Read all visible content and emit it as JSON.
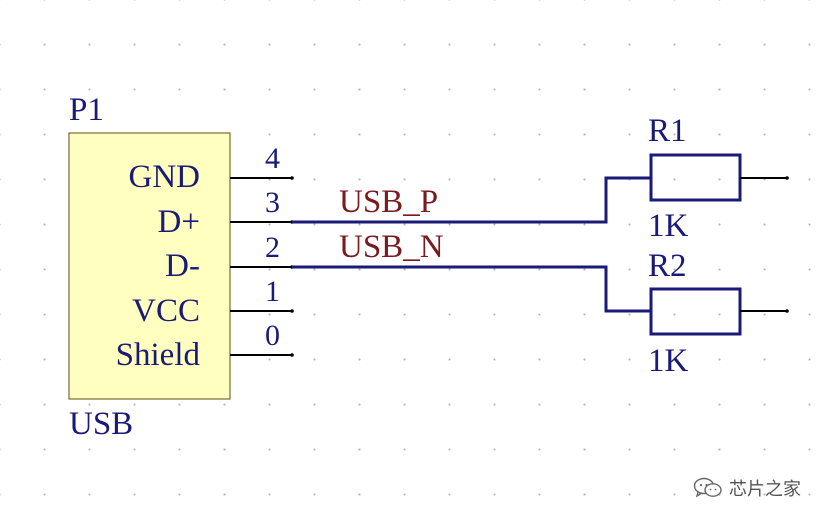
{
  "component": {
    "designator": "P1",
    "comment": "USB",
    "body_color": "#ffffc0",
    "pins": [
      {
        "name": "GND",
        "number": "4"
      },
      {
        "name": "D+",
        "number": "3"
      },
      {
        "name": "D-",
        "number": "2"
      },
      {
        "name": "VCC",
        "number": "1"
      },
      {
        "name": "Shield",
        "number": "0"
      }
    ]
  },
  "nets": {
    "usb_p": "USB_P",
    "usb_n": "USB_N"
  },
  "resistors": [
    {
      "designator": "R1",
      "value": "1K"
    },
    {
      "designator": "R2",
      "value": "1K"
    }
  ],
  "colors": {
    "wire": "#1a1a78",
    "net_label": "#7a1a20",
    "pin": "#000000"
  },
  "watermark": {
    "icon": "wechat-icon",
    "text": "芯片之家"
  }
}
